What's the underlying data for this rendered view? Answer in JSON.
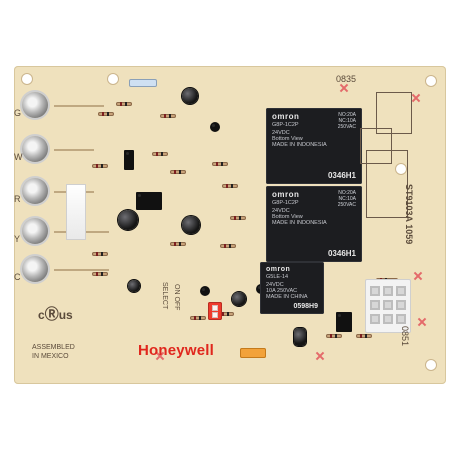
{
  "board": {
    "brand": "Honeywell",
    "assembled_line1": "ASSEMBLED",
    "assembled_line2": "IN MEXICO",
    "part_number": "ST9103A 1059",
    "code_top": "0835",
    "code_right": "0851",
    "select_label": "SELECT",
    "on_off_label": "ON OFF",
    "terminals": [
      "G",
      "W",
      "R",
      "Y",
      "C"
    ],
    "relays": [
      {
        "brand": "omron",
        "model": "G8P-1C2P",
        "spec": "24VDC\nBottom View\nMADE IN INDONESIA",
        "ratings": "NO:20A\nNC:10A\n250VAC",
        "code": "0346H1"
      },
      {
        "brand": "omron",
        "model": "G8P-1C2P",
        "spec": "24VDC\nBottom View\nMADE IN INDONESIA",
        "ratings": "NO:20A\nNC:10A\n250VAC",
        "code": "0346H1"
      },
      {
        "brand": "omron",
        "model": "G5LE-14",
        "spec": "24VDC\n10A 250VAC\nMADE IN CHINA",
        "ratings": "",
        "code": "0598H9"
      }
    ],
    "colors": {
      "board": "#efe1bd",
      "brand": "#e0271d",
      "fuse": "#f2a23a",
      "dip": "#ef3b2c"
    }
  }
}
